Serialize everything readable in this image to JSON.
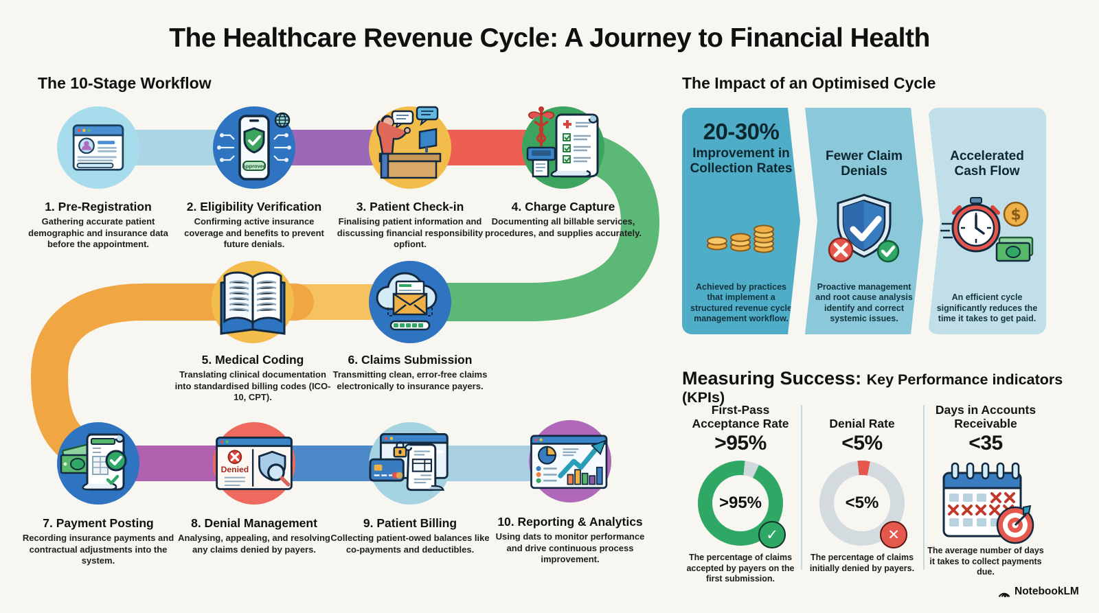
{
  "title": "The Healthcare Revenue Cycle: A Journey to Financial Health",
  "workflow": {
    "heading": "The 10-Stage Workflow",
    "stages": [
      {
        "title": "1. Pre-Registration",
        "icon": "browser-profile-icon",
        "desc": "Gathering accurate patient demographic and insurance data before the appointment."
      },
      {
        "title": "2. Eligibility Verification",
        "icon": "phone-shield-icon",
        "badge": "Approved",
        "desc": "Confirming active insurance coverage and benefits to prevent future denials."
      },
      {
        "title": "3. Patient Check-in",
        "icon": "reception-desk-icon",
        "desc": "Finalising patient information and discussing financial responsibility opfiont."
      },
      {
        "title": "4. Charge Capture",
        "icon": "caduceus-scroll-icon",
        "desc": "Documenting all billable services, procedures, and supplies accurately."
      },
      {
        "title": "5. Medical Coding",
        "icon": "open-book-icon",
        "desc": "Translating clinical documentation into standardised billing codes (ICO-10, CPT)."
      },
      {
        "title": "6. Claims Submission",
        "icon": "cloud-envelope-icon",
        "desc": "Transmitting clean, error-free claims electronically to insurance payers."
      },
      {
        "title": "7. Payment Posting",
        "icon": "money-receipt-icon",
        "desc": "Recording insurance payments and contractual adjustments into the system."
      },
      {
        "title": "8. Denial Management",
        "icon": "denied-window-icon",
        "window_label": "Denied",
        "desc": "Analysing, appealing, and resolving any claims denied by payers."
      },
      {
        "title": "9. Patient Billing",
        "icon": "card-invoice-icon",
        "desc": "Collecting patient-owed balances like co-payments and deductibles."
      },
      {
        "title": "10. Reporting & Analytics",
        "icon": "analytics-dashboard-icon",
        "desc": "Using dats to monitor performance and drive continuous process improvement."
      }
    ]
  },
  "impact": {
    "heading": "The Impact of an Optimised Cycle",
    "cards": [
      {
        "stat": "20-30%",
        "title": "Improvement in Collection Rates",
        "icon": "coin-stacks-icon",
        "color": "#4fadc8",
        "desc": "Achieved by practices that implement a structured revenue cycle management workflow."
      },
      {
        "stat": "",
        "title": "Fewer Claim Denials",
        "icon": "shield-check-icon",
        "color": "#8ac8da",
        "desc": "Proactive management and root cause analysis identify and correct systemic issues."
      },
      {
        "stat": "",
        "title": "Accelerated Cash Flow",
        "icon": "stopwatch-cash-icon",
        "color": "#c0dfe9",
        "desc": "An efficient cycle significantly reduces the time it takes to get paid."
      }
    ]
  },
  "kpis": {
    "heading_strong": "Measuring Success: ",
    "heading_rest": "Key Performance indicators (KPIs)",
    "items": [
      {
        "title": "First-Pass Acceptance Rate",
        "value": ">95%",
        "ring_color": "#2fa866",
        "icon": "donut-check-icon",
        "desc": "The percentage of claims accepted by payers on the first submission."
      },
      {
        "title": "Denial Rate",
        "value": "<5%",
        "ring_color": "#e4584d",
        "icon": "donut-cross-icon",
        "desc": "The percentage of claims initially denied by payers."
      },
      {
        "title": "Days in Accounts Receivable",
        "value": "<35",
        "ring_color": "",
        "icon": "calendar-target-icon",
        "desc": "The average number of days it takes to collect payments due."
      }
    ]
  },
  "path_colors": {
    "seg_1_2": "#abd4e4",
    "seg_2_3": "#9c68b8",
    "seg_3_4": "#ec5f52",
    "curve_4_6": "#5cb876",
    "seg_5_6": "#f6c160",
    "curve_5_7": "#f0a743",
    "seg_7_8": "#b062b0",
    "seg_8_9": "#4d88c8",
    "seg_9_10": "#a9d0e2"
  },
  "footer": {
    "brand": "NotebookLM"
  }
}
